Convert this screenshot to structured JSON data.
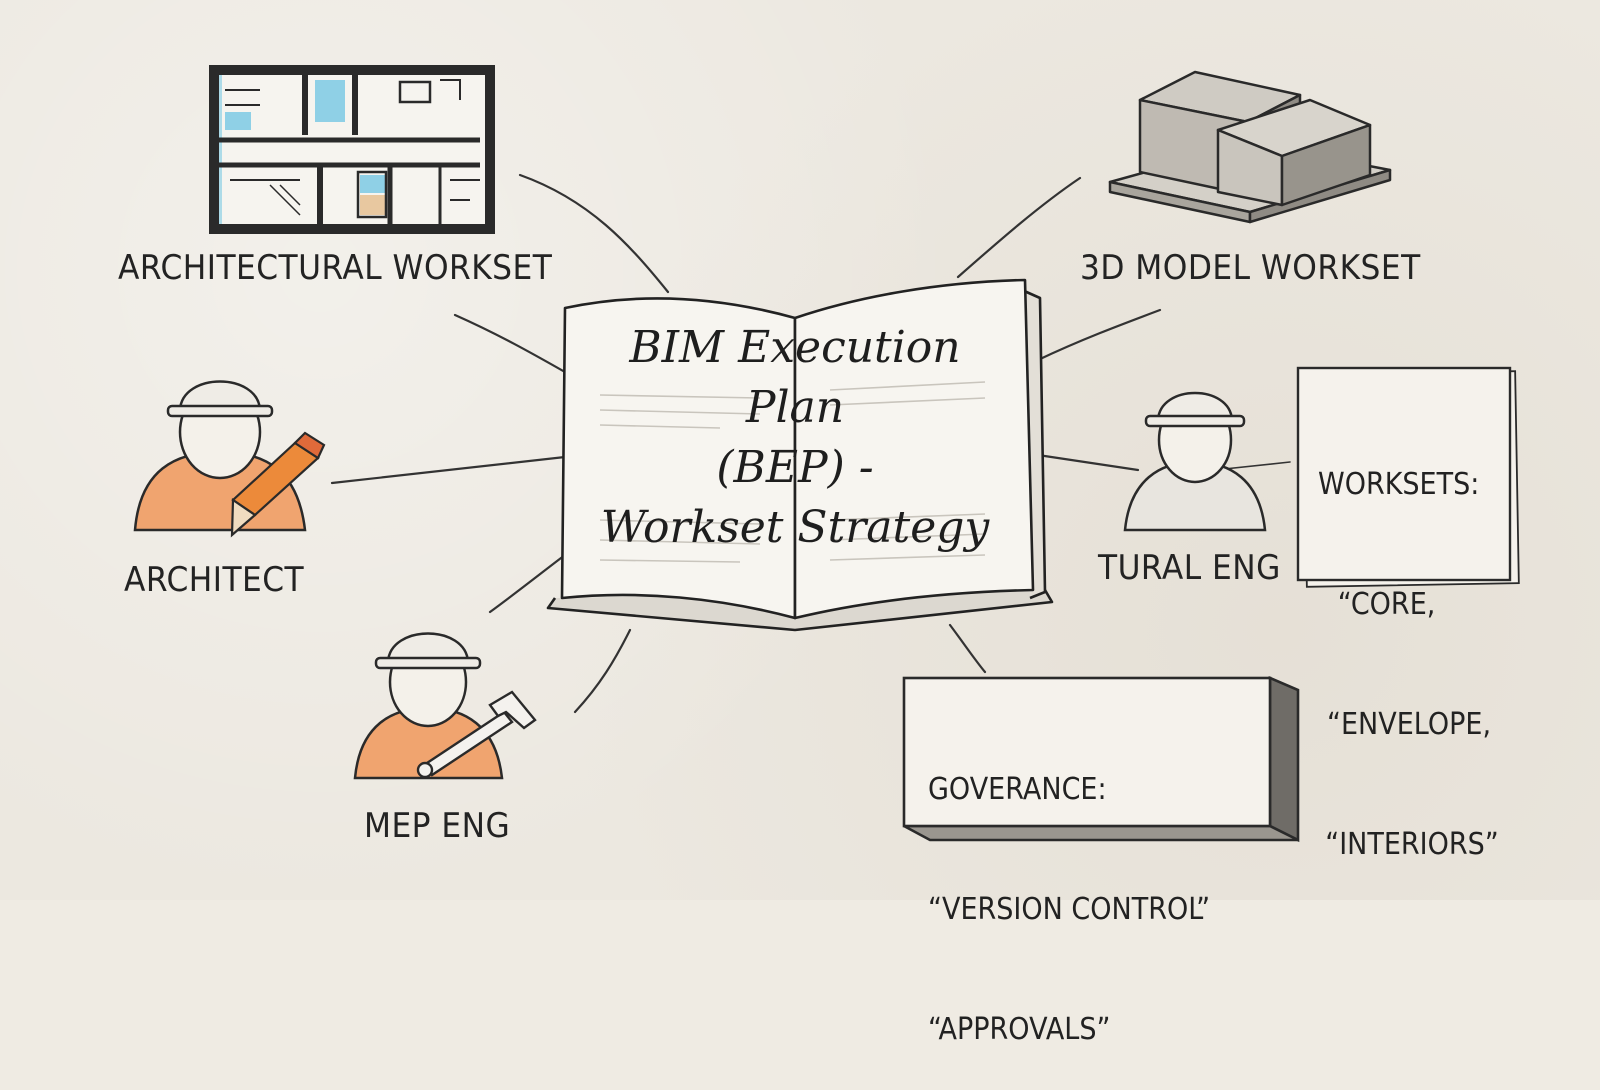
{
  "center": {
    "title_line1": "BIM Execution Plan",
    "title_line2": "(BEP) -",
    "title_line3": "Workset Strategy"
  },
  "nodes": {
    "architectural_workset": "ARCHITECTURAL WORKSET",
    "model_3d_workset": "3D MODEL WORKSET",
    "architect": "ARCHITECT",
    "structural_eng": "TURAL ENG",
    "mep_eng": "MEP ENG"
  },
  "worksets_note": {
    "line1": "WORKSETS:",
    "line2": "“CORE,",
    "line3": "“ENVELOPE,",
    "line4": "“INTERIORS”"
  },
  "governance_box": {
    "line1": "GOVERANCE:",
    "line2": "“VERSION CONTROL”",
    "line3": "“APPROVALS”"
  },
  "colors": {
    "ink": "#222222",
    "shirt_orange": "#f0a46f",
    "pencil_orange": "#ec8a3a",
    "blueprint_blue": "#8fd0e6",
    "paper": "#ece8e0"
  }
}
